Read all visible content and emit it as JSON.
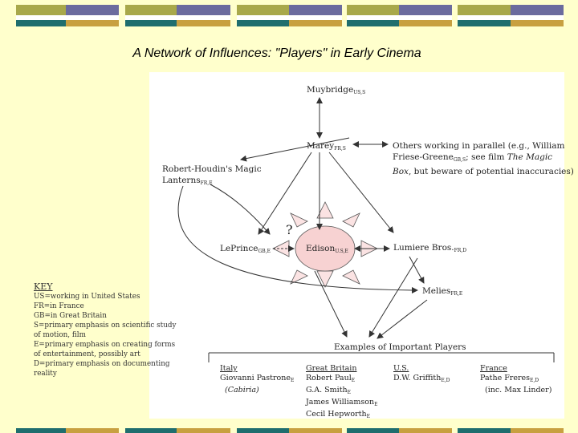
{
  "slide": {
    "title": "A Network of Influences: \"Players\" in Early Cinema",
    "colors": {
      "background": "#ffffcc",
      "teal": "#1f6e6e",
      "purple": "#6b6b9e",
      "olive": "#a8a84a",
      "gold": "#c8a040"
    }
  },
  "diagram": {
    "muybridge": {
      "name": "Muybridge",
      "sub": "US,S"
    },
    "marey": {
      "name": "Marey",
      "sub": "FR,S"
    },
    "others_line1": "Others working in parallel (e.g., William",
    "others_line2a": "Friese-Greene",
    "others_line2b_sub": "GB,S",
    "others_line2c": "; see film ",
    "others_line2d": "The Magic",
    "others_line3a": "Box",
    "others_line3b": ", but beware of potential inaccuracies)",
    "houdin_line1": "Robert-Houdin's Magic",
    "houdin_line2": "Lanterns",
    "houdin_sub": "FR,E",
    "question": "?",
    "leprince": {
      "name": "LePrince",
      "sub": "GB,E"
    },
    "edison": {
      "name": "Edison",
      "sub": "U.S,E"
    },
    "lumiere": {
      "name": "Lumiere Bros.",
      "sub": "FR,D"
    },
    "melies": {
      "name": "Melies",
      "sub": "FR,E"
    },
    "examples_header": "Examples of Important Players",
    "italy": {
      "header": "Italy",
      "l1": "Giovanni Pastrone",
      "l1sub": "E",
      "l2": "(Cabiria)"
    },
    "gb": {
      "header": "Great Britain",
      "l1": "Robert Paul",
      "l1sub": "E",
      "l2": "G.A. Smith",
      "l2sub": "E",
      "l3": "James Williamson",
      "l3sub": "E",
      "l4": "Cecil Hepworth",
      "l4sub": "E"
    },
    "us": {
      "header": "U.S.",
      "l1": "D.W. Griffith",
      "l1sub": "E,D"
    },
    "france": {
      "header": "France",
      "l1": "Pathe Freres",
      "l1sub": "E,D",
      "l2": "(inc. Max Linder)"
    }
  },
  "key": {
    "title": "KEY",
    "l1": "US=working in United States",
    "l2": "FR=in France",
    "l3": "GB=in Great Britain",
    "l4": "S=primary emphasis on scientific study",
    "l5": "of motion, film",
    "l6": "E=primary emphasis on creating forms",
    "l7": "of entertainment, possibly art",
    "l8": "D=primary emphasis on documenting",
    "l9": "reality"
  }
}
